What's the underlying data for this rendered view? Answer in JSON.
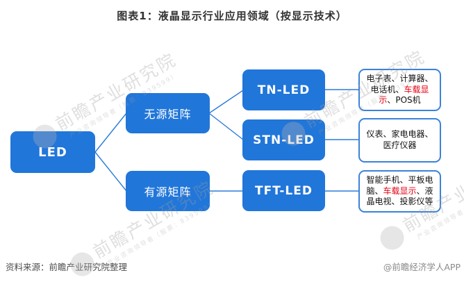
{
  "title": "图表1：液晶显示行业应用领域（按显示技术）",
  "diagram": {
    "root": {
      "label": "LED"
    },
    "level2": [
      {
        "label": "无源矩阵"
      },
      {
        "label": "有源矩阵"
      }
    ],
    "level3": [
      {
        "label": "TN-LED"
      },
      {
        "label": "STN-LED"
      },
      {
        "label": "TFT-LED"
      }
    ],
    "applications": [
      {
        "pre": "电子表、计算器、电话机、",
        "highlight": "车载显示",
        "post": "、POS机"
      },
      {
        "pre": "仪表、家电电器、医疗仪器",
        "highlight": "",
        "post": ""
      },
      {
        "pre": "智能手机、平板电脑、",
        "highlight": "车载显示",
        "post": "、液晶电视、投影仪等"
      }
    ]
  },
  "watermark": {
    "main": "前瞻产业研究院",
    "sub": "产业咨询领导者（股票：839599）"
  },
  "footer": {
    "source": "资料来源：前瞻产业研究院整理",
    "credit": "@前瞻经济学人APP"
  },
  "colors": {
    "node_blue": "#2176d9",
    "line_blue": "#2b7bd9",
    "leaf_border": "#3b82d8",
    "highlight_red": "#e60012",
    "watermark_gray": "#b5b5b5"
  }
}
